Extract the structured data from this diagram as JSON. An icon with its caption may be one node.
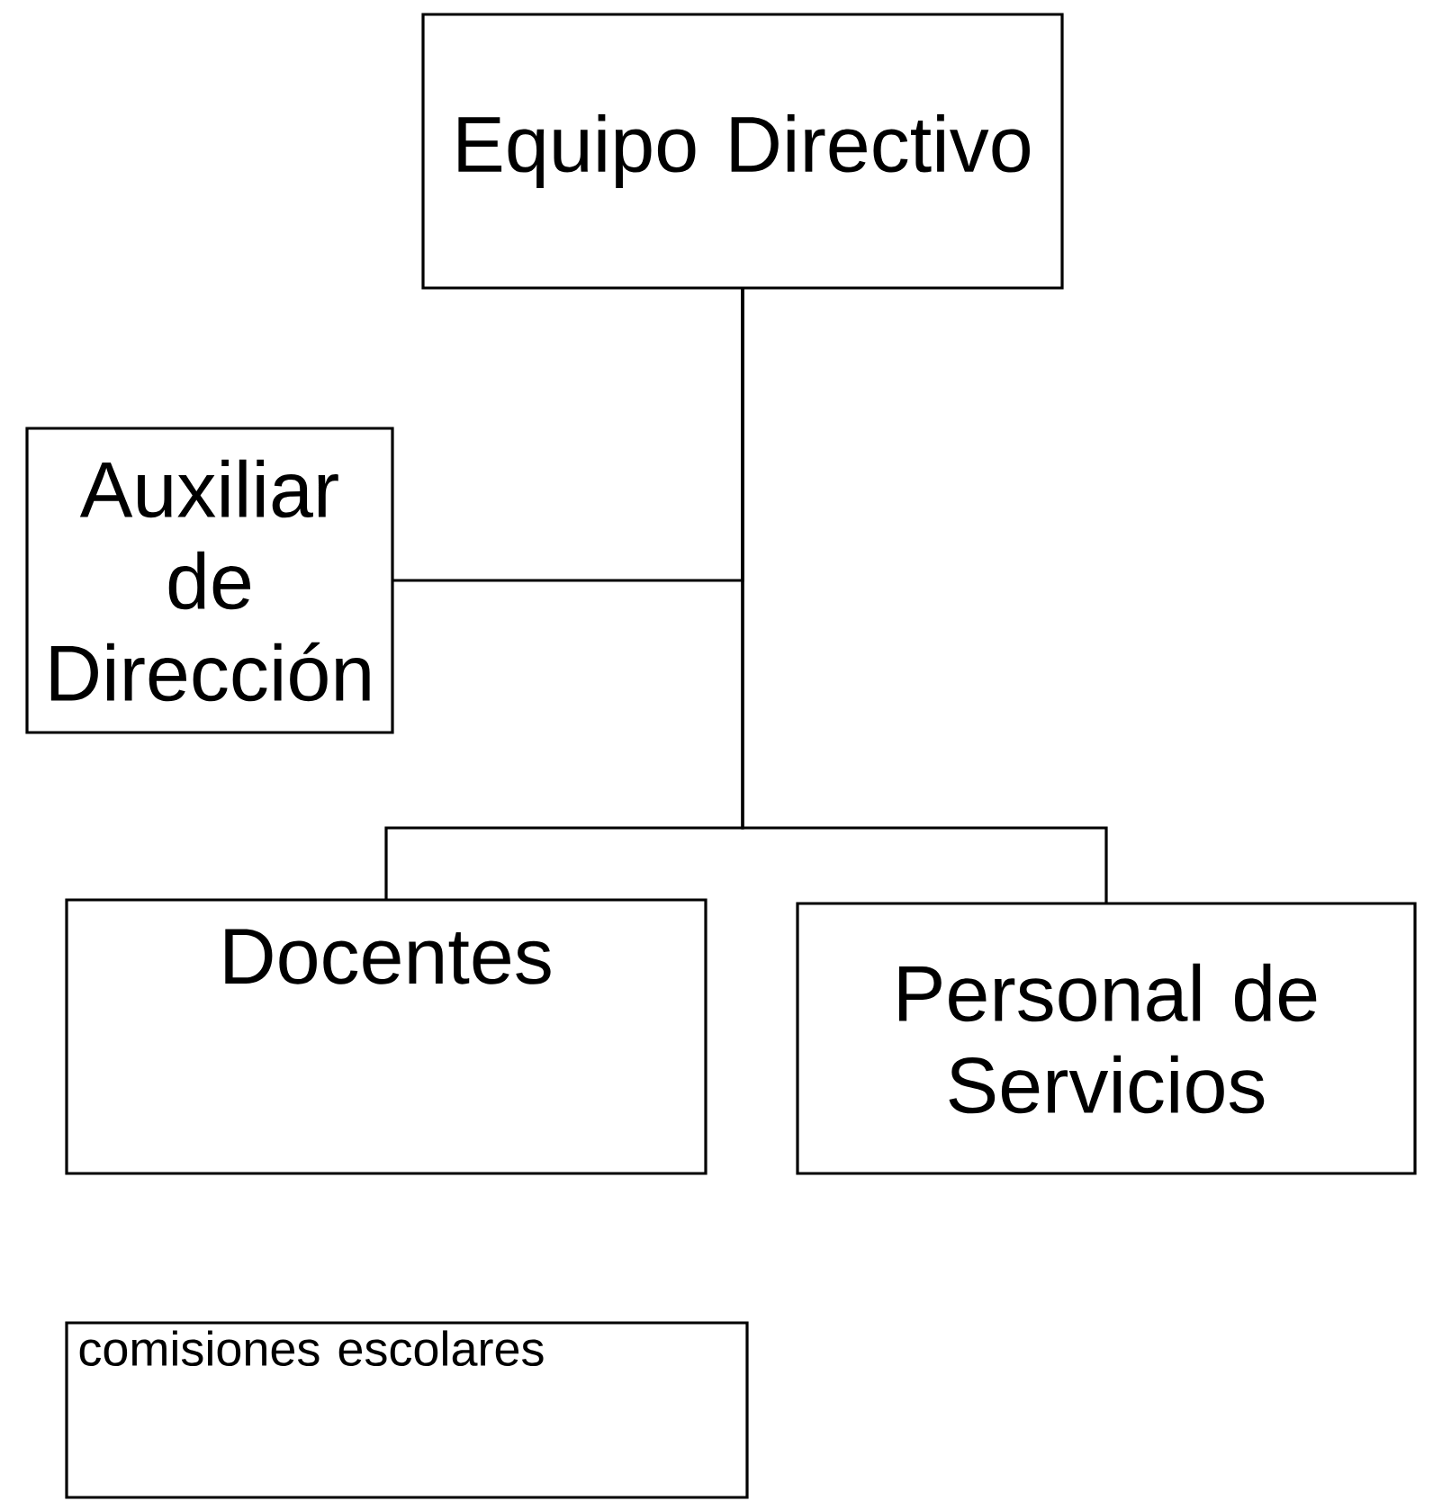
{
  "diagram": {
    "nodes": [
      {
        "text": [
          "Equipo Directivo"
        ]
      },
      {
        "text": [
          "Auxiliar de Dirección"
        ]
      },
      {
        "text": [
          "Docentes"
        ]
      },
      {
        "text": [
          "Personal de Servicios"
        ]
      },
      {
        "text": [
          "comisiones escolares"
        ]
      }
    ],
    "edges": [
      {
        "from": 0,
        "to": 1,
        "arrow": "none"
      },
      {
        "from": 0,
        "to": 2,
        "arrow": "none"
      },
      {
        "from": 0,
        "to": 3,
        "arrow": "none"
      }
    ]
  }
}
